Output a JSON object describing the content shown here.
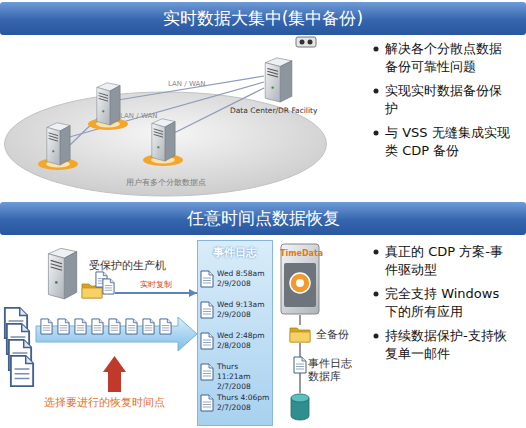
{
  "diagram": {
    "nodes": [
      {
        "text": [
          "实时数据大集中(集中备份)"
        ]
      },
      {
        "text": [
          "用户有多个分散数据点"
        ]
      },
      {
        "text": [
          "Data Center/DR Facility"
        ]
      },
      {
        "text": [
          "任意时间点数据恢复"
        ]
      },
      {
        "text": [
          "受保护的生产机"
        ]
      },
      {
        "text": [
          "事件日志"
        ]
      },
      {
        "text": [
          "Wed 8:58am 2/9/2008"
        ],
        "in": 5
      },
      {
        "text": [
          "Wed 9:13am 2/9/2008"
        ],
        "in": 5
      },
      {
        "text": [
          "Wed 2:48pm 2/8/2008"
        ],
        "in": 5
      },
      {
        "text": [
          "Thurs 11:21am 2/7/2008"
        ],
        "in": 5
      },
      {
        "text": [
          "Thurs 4:06pm 2/7/2008"
        ],
        "in": 5
      },
      {
        "text": [
          "TimeData"
        ]
      },
      {
        "text": [
          "全备份"
        ]
      },
      {
        "text": [
          "事件日志数据库"
        ]
      }
    ],
    "edges": [
      {
        "from": 4,
        "to": 5,
        "label": "实时复制",
        "arrow": "to"
      },
      {
        "from": 11,
        "to": 12,
        "arrow": "none"
      },
      {
        "from": 12,
        "to": 13,
        "arrow": "none"
      }
    ],
    "labels": [
      "LAN / WAN",
      "LAN / WAN",
      "解决各个分散点数据备份可靠性问题",
      "实现实时数据备份保护",
      "与 VSS 无缝集成实现类 CDP 备份",
      "选择要进行的恢复时间点",
      "真正的 CDP 方案-事件驱动型",
      "完全支持 Windows 下的所有应用",
      "持续数据保护-支持恢复单一邮件"
    ]
  }
}
